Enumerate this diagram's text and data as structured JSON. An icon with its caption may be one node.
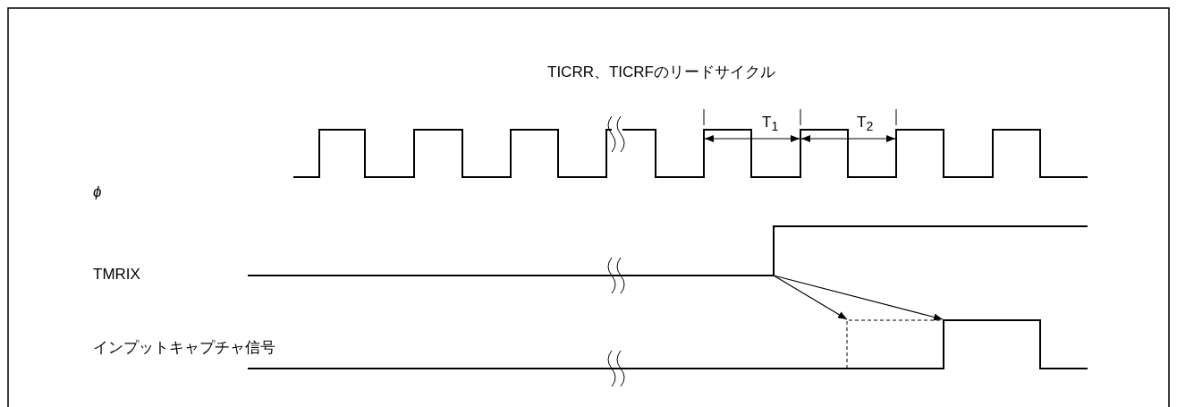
{
  "diagram": {
    "labels": [
      "TICRR、TICRFのリードサイクル",
      "T$_{1}$",
      "T$_{2}$",
      "ϕ",
      "TMRIX",
      "インプットキャプチャ信号"
    ]
  }
}
